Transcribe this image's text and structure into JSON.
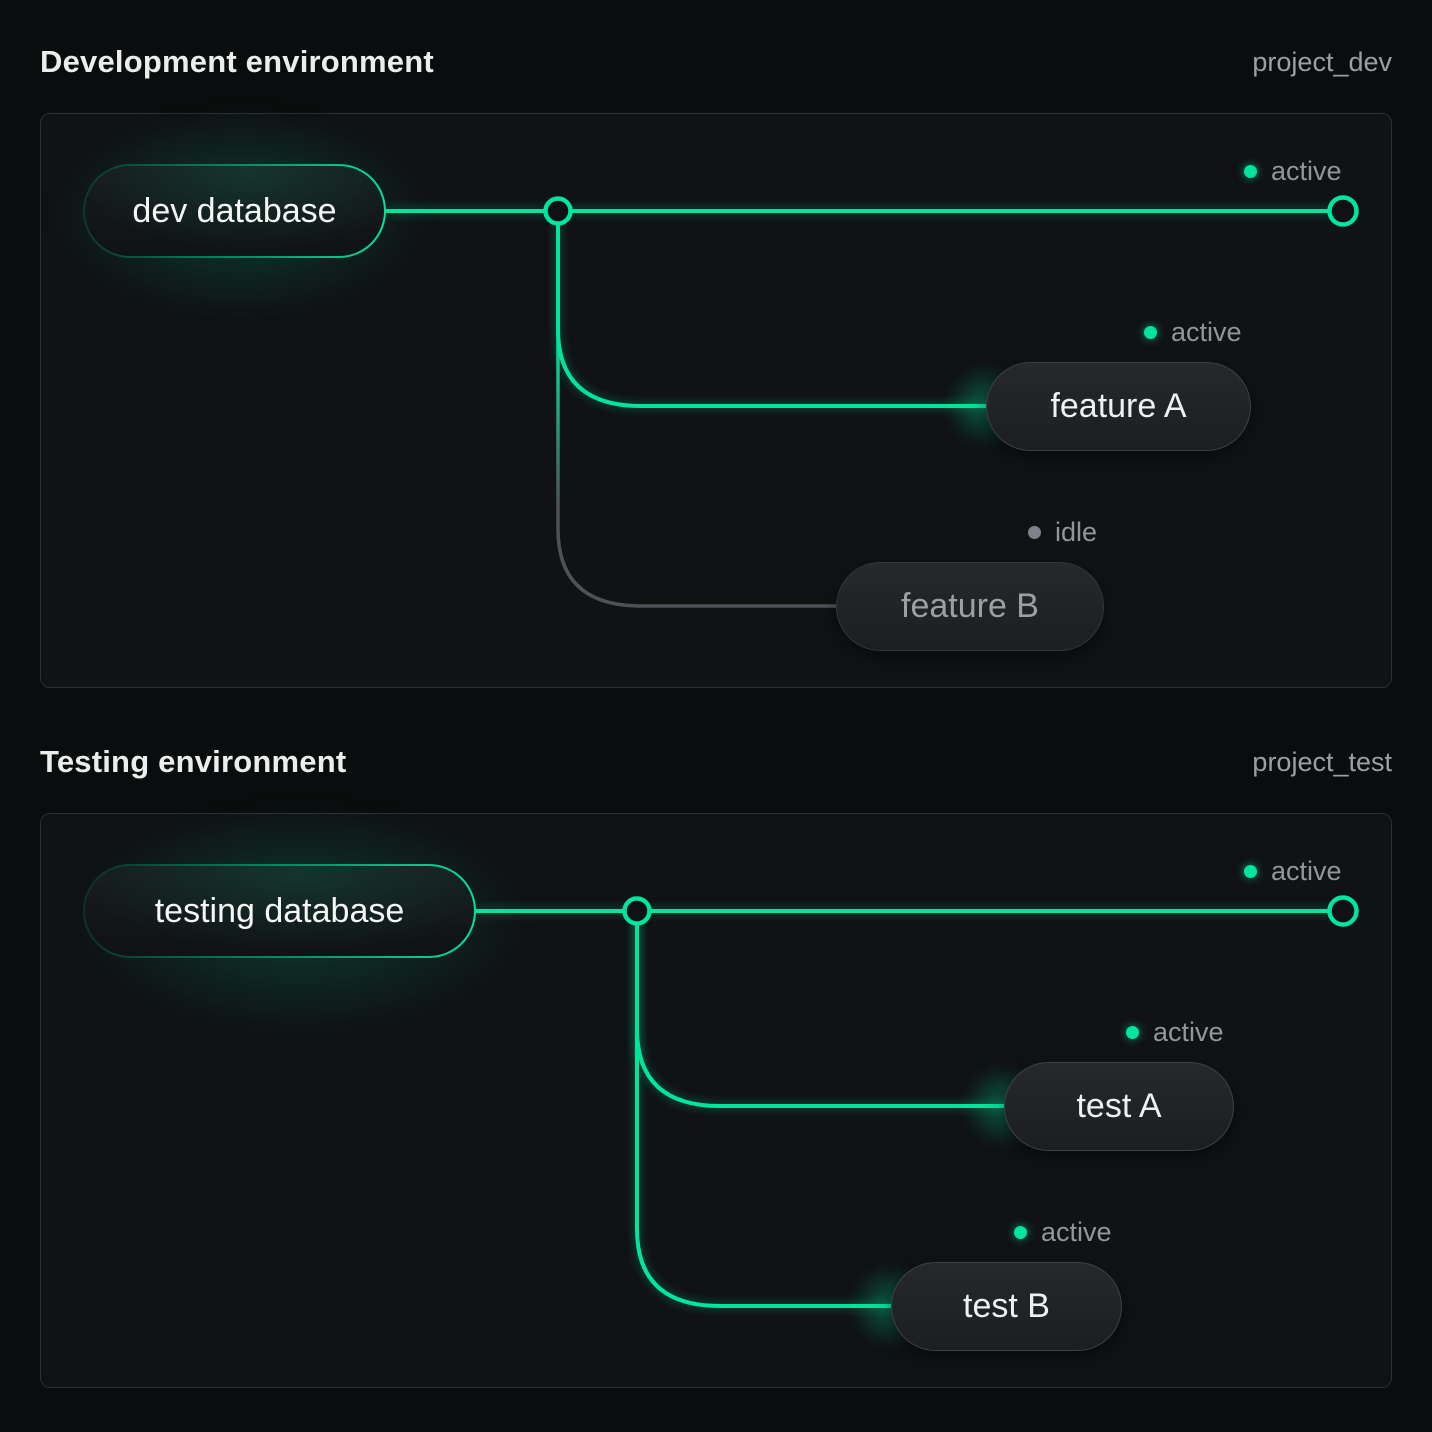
{
  "colors": {
    "accent_green": "#00e599",
    "idle_line_gray": "#4d5257",
    "muted_text": "#90969c",
    "panel_border": "#2c2f33",
    "background": "#0b0c0d"
  },
  "sections": [
    {
      "title": "Development environment",
      "project_label": "project_dev",
      "trunk_status": "active",
      "root": {
        "label": "dev database"
      },
      "branches": [
        {
          "label": "feature A",
          "status": "active"
        },
        {
          "label": "feature B",
          "status": "idle"
        }
      ]
    },
    {
      "title": "Testing environment",
      "project_label": "project_test",
      "trunk_status": "active",
      "root": {
        "label": "testing database"
      },
      "branches": [
        {
          "label": "test A",
          "status": "active"
        },
        {
          "label": "test B",
          "status": "active"
        }
      ]
    }
  ]
}
